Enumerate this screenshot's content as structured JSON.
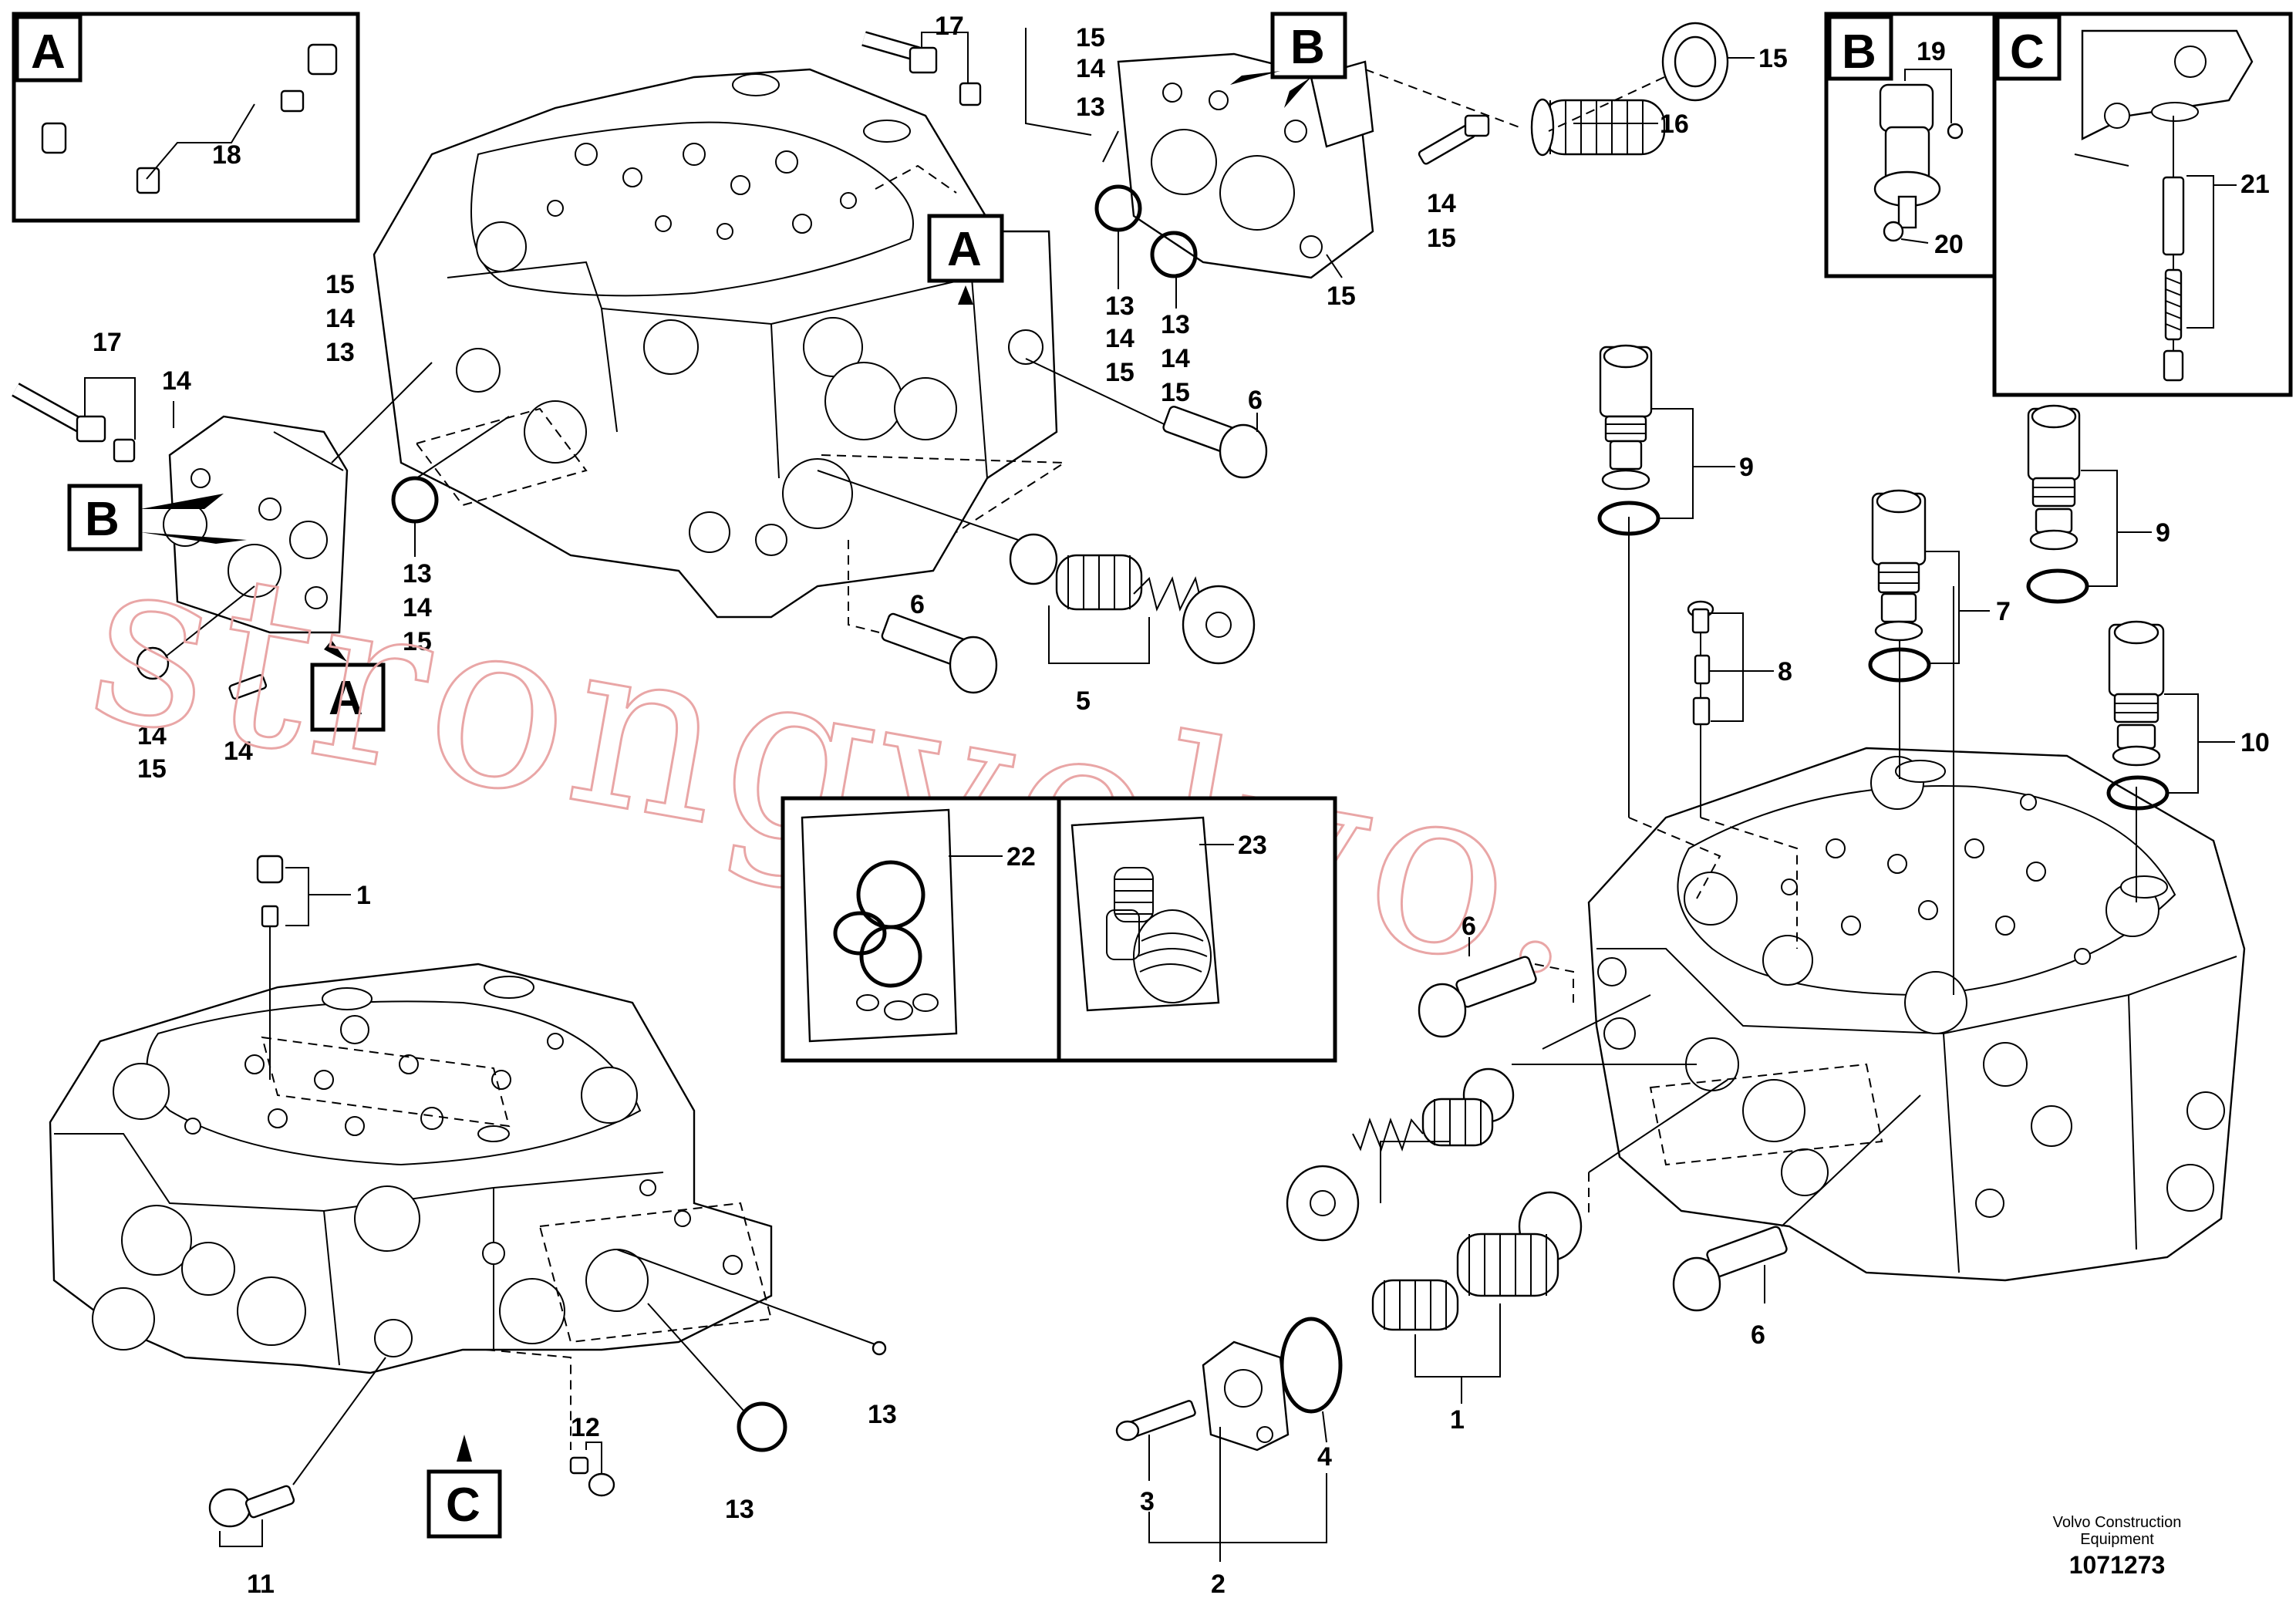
{
  "watermark": "strongvolvo.com",
  "footer": {
    "company_line1": "Volvo Construction",
    "company_line2": "Equipment",
    "doc_number": "1071273"
  },
  "callouts": {
    "a": "A",
    "b": "B",
    "c": "C"
  },
  "parts": {
    "p1": "1",
    "p2": "2",
    "p3": "3",
    "p4": "4",
    "p5": "5",
    "p6": "6",
    "p7": "7",
    "p8": "8",
    "p9": "9",
    "p10": "10",
    "p11": "11",
    "p12": "12",
    "p13": "13",
    "p14": "14",
    "p15": "15",
    "p16": "16",
    "p17": "17",
    "p18": "18",
    "p19": "19",
    "p20": "20",
    "p21": "21",
    "p22": "22",
    "p23": "23"
  }
}
